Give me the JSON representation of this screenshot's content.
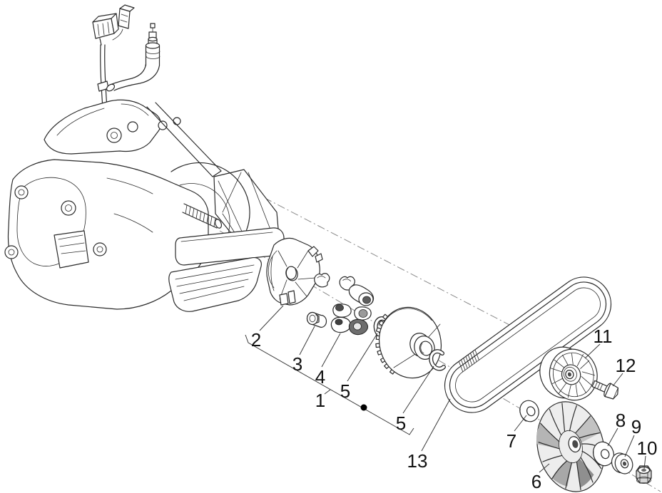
{
  "diagram": {
    "type": "exploded-parts-diagram",
    "subject": "engine transmission driving pulley exploded view",
    "background": "#ffffff",
    "line_color": "#2a2a2a",
    "axis_line_color": "#8a8a8a",
    "dot_color": "#000000",
    "callouts": [
      {
        "label": "2"
      },
      {
        "label": "3"
      },
      {
        "label": "4"
      },
      {
        "label": "1"
      },
      {
        "label": "5"
      },
      {
        "label": "5"
      },
      {
        "label": "13"
      },
      {
        "label": "7"
      },
      {
        "label": "6"
      },
      {
        "label": "8"
      },
      {
        "label": "9"
      },
      {
        "label": "10"
      },
      {
        "label": "11"
      },
      {
        "label": "12"
      }
    ]
  }
}
